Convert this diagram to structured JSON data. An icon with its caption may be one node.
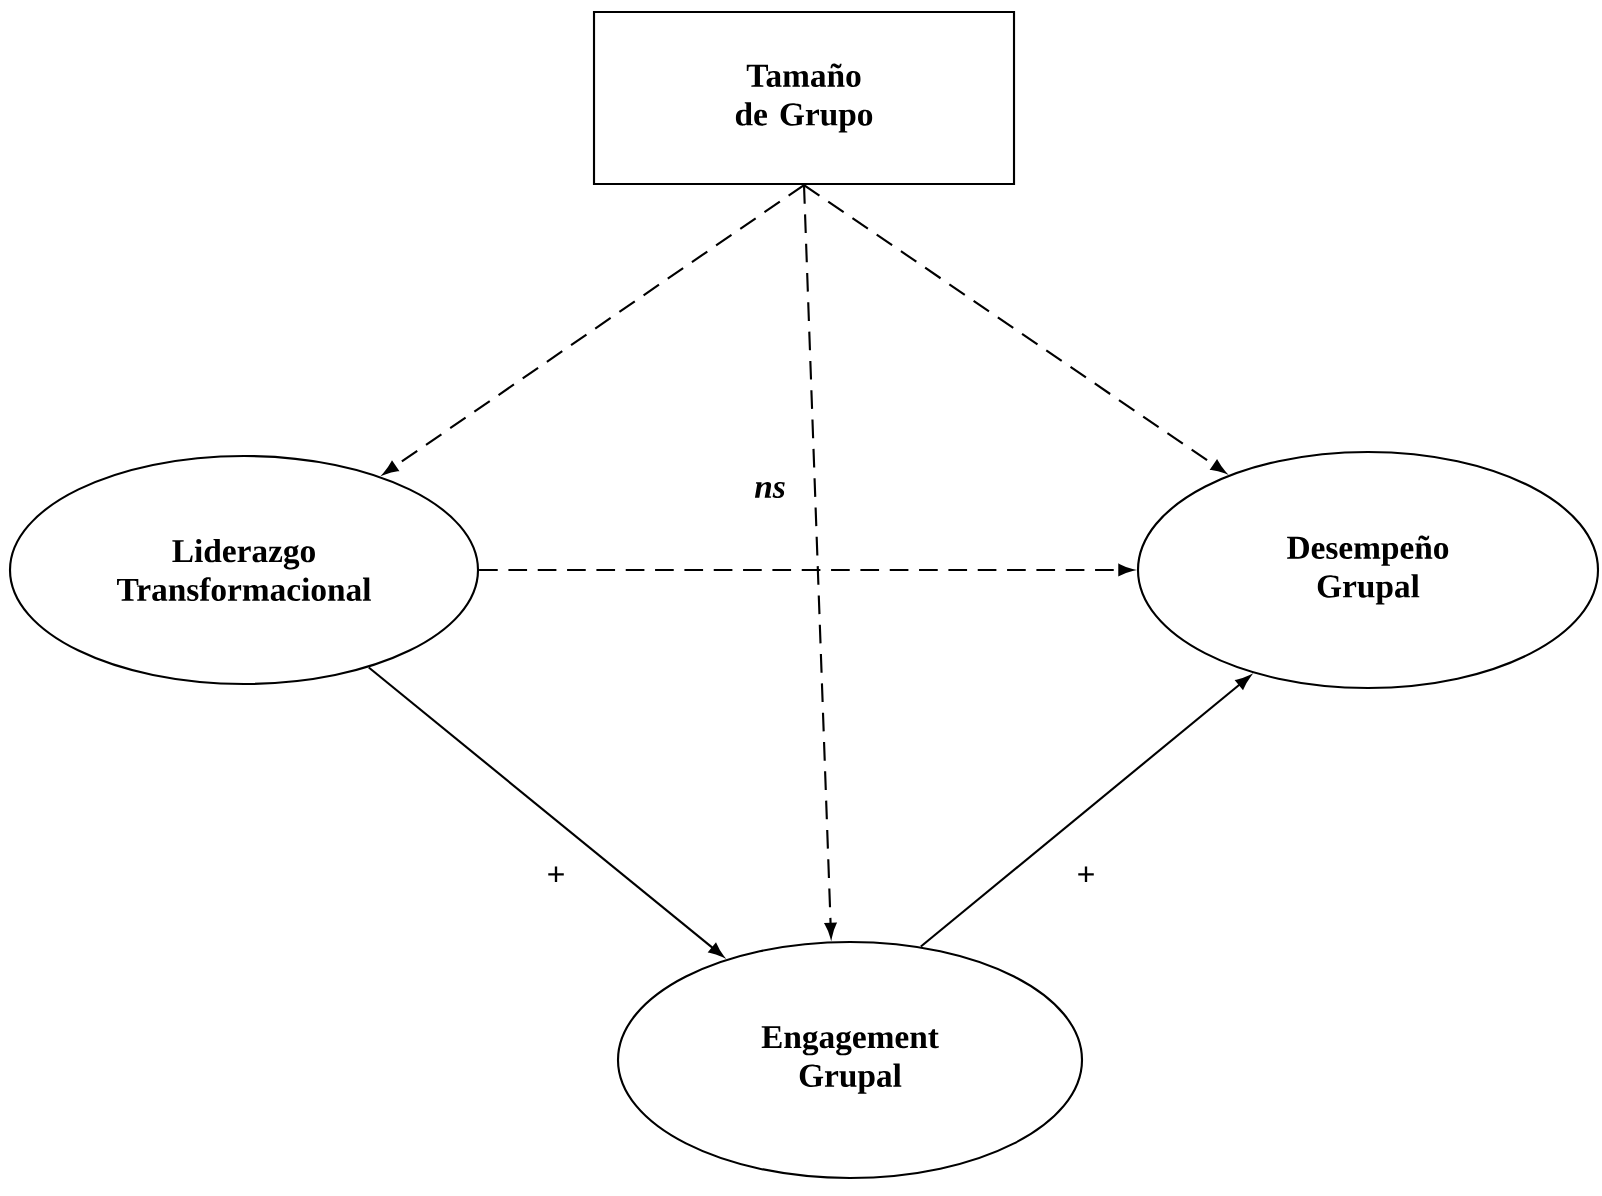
{
  "diagram": {
    "nodes": [
      {
        "text": [
          "Tamaño de Grupo"
        ]
      },
      {
        "text": [
          "Liderazgo Transformacional"
        ]
      },
      {
        "text": [
          "Desempeño Grupal"
        ]
      },
      {
        "text": [
          "Engagement Grupal"
        ]
      }
    ],
    "edges": [
      {
        "from": 0,
        "to": 1,
        "arrow": "to",
        "style": "dashed"
      },
      {
        "from": 0,
        "to": 2,
        "arrow": "to",
        "style": "dashed"
      },
      {
        "from": 0,
        "to": 3,
        "arrow": "to",
        "style": "dashed",
        "label": "*ns*"
      },
      {
        "from": 1,
        "to": 2,
        "arrow": "to",
        "style": "dashed"
      },
      {
        "from": 1,
        "to": 3,
        "arrow": "to",
        "label": "+"
      },
      {
        "from": 3,
        "to": 2,
        "arrow": "to",
        "label": "+"
      }
    ]
  }
}
